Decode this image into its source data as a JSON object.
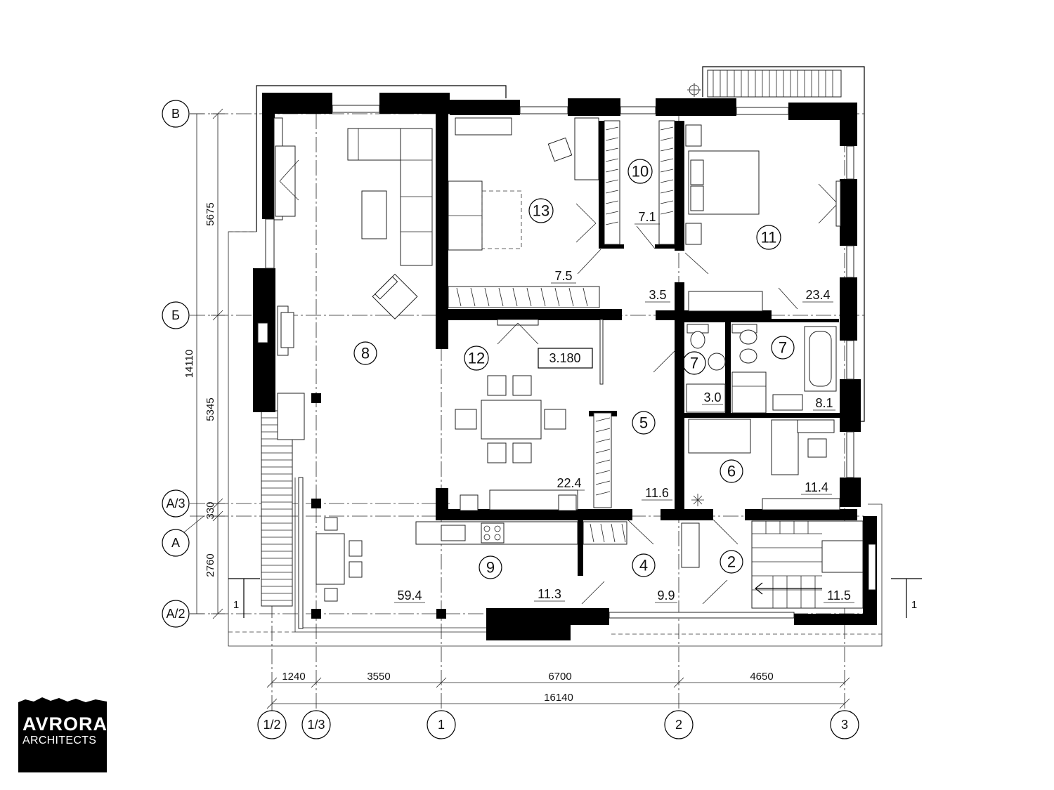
{
  "brand": {
    "line1": "AVRORA",
    "line2": "ARCHITECTS"
  },
  "axes": {
    "horizontal": [
      "В",
      "Б",
      "А/3",
      "А",
      "А/2"
    ],
    "vertical": [
      "1/2",
      "1/3",
      "1",
      "2",
      "3"
    ]
  },
  "dimensions": {
    "bottom_segments": [
      "1240",
      "3550",
      "6700",
      "4650"
    ],
    "bottom_total": "16140",
    "left_segments": [
      "5675",
      "5345",
      "330",
      "2760"
    ],
    "left_total": "14110"
  },
  "section_marks": {
    "left": "1",
    "right": "1"
  },
  "level_mark": "3.180",
  "rooms": [
    {
      "number": "2",
      "area": "9.9"
    },
    {
      "number": "4",
      "area": "11.3"
    },
    {
      "number": "5",
      "area": "11.6"
    },
    {
      "number": "6",
      "area": "11.4"
    },
    {
      "number": "7",
      "area": "3.0"
    },
    {
      "number": "7",
      "area": "8.1"
    },
    {
      "number": "8",
      "area": "59.4"
    },
    {
      "number": "9",
      "area": ""
    },
    {
      "number": "10",
      "area": "7.1"
    },
    {
      "number": "11",
      "area": "23.4"
    },
    {
      "number": "12",
      "area": "22.4"
    },
    {
      "number": "13",
      "area": "7.5"
    }
  ],
  "extra_areas": {
    "corridor": "3.5",
    "stair": "11.5"
  }
}
